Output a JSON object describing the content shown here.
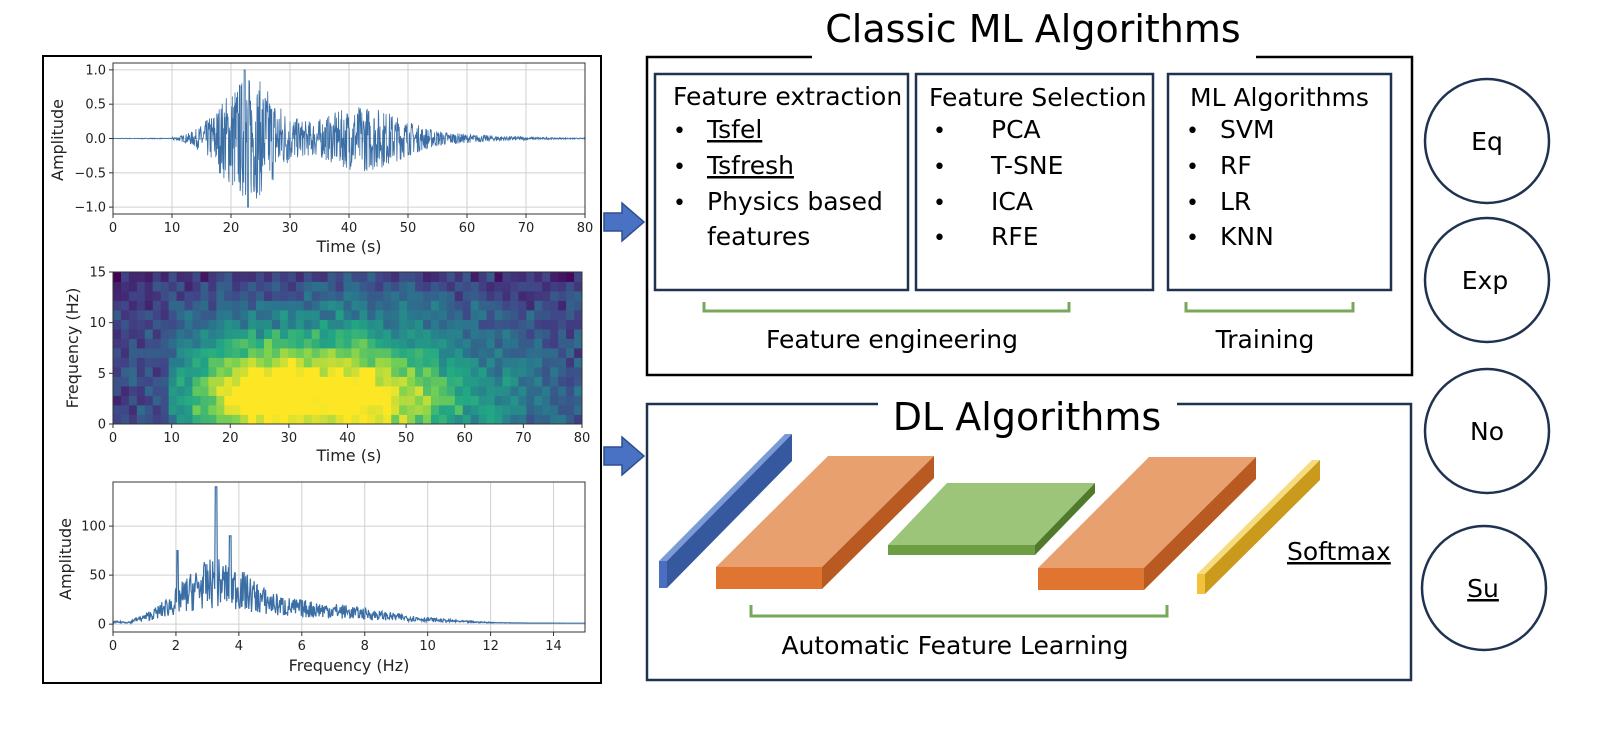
{
  "left_panel": {
    "waveform": {
      "ylabel": "Amplitude",
      "xlabel": "Time (s)",
      "xticks": [
        "0",
        "10",
        "20",
        "30",
        "40",
        "50",
        "60",
        "70",
        "80"
      ],
      "yticks": [
        "1.0",
        "0.5",
        "0.0",
        "−0.5",
        "−1.0"
      ]
    },
    "spectrogram": {
      "ylabel": "Frequency (Hz)",
      "xlabel": "Time (s)",
      "xticks": [
        "0",
        "10",
        "20",
        "30",
        "40",
        "50",
        "60",
        "70",
        "80"
      ],
      "yticks": [
        "15",
        "10",
        "5",
        "0"
      ]
    },
    "spectrum": {
      "ylabel": "Amplitude",
      "xlabel": "Frequency (Hz)",
      "xticks": [
        "0",
        "2",
        "4",
        "6",
        "8",
        "10",
        "12",
        "14"
      ],
      "yticks": [
        "100",
        "50",
        "0"
      ]
    }
  },
  "classic_ml": {
    "title": "Classic ML Algorithms",
    "feature_extraction": {
      "heading": "Feature extraction",
      "items": [
        "Tsfel",
        "Tsfresh",
        "Physics based",
        "features"
      ]
    },
    "feature_selection": {
      "heading": "Feature Selection",
      "items": [
        "PCA",
        "T-SNE",
        "ICA",
        "RFE"
      ]
    },
    "ml_algorithms": {
      "heading": "ML Algorithms",
      "items": [
        "SVM",
        "RF",
        "LR",
        "KNN"
      ]
    },
    "bracket_feature_engineering": "Feature engineering",
    "bracket_training": "Training"
  },
  "dl": {
    "title": "DL Algorithms",
    "softmax": "Softmax",
    "bracket_label": "Automatic Feature Learning"
  },
  "classes": [
    "Eq",
    "Exp",
    "No",
    "Su"
  ],
  "colors": {
    "box_border": "#1f3350",
    "bracket": "#78a95a",
    "arrow": "#4a72c4",
    "blue_layer": "#4a6fc0",
    "orange_layer": "#e8894a",
    "green_layer": "#86b35a",
    "yellow_layer": "#f2c23a",
    "line_series": "#3a6ea5"
  }
}
